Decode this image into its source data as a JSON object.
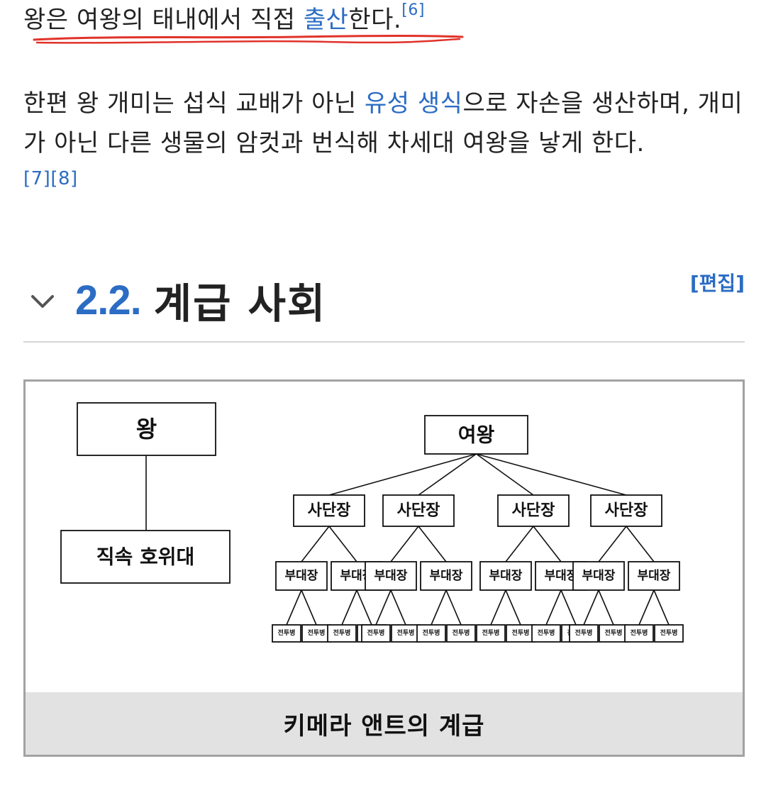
{
  "paragraph1": {
    "text_before": "왕은 여왕의 태내에서 직접 ",
    "link_text": "출산",
    "text_after": "한다.",
    "ref": "[6]"
  },
  "paragraph2": {
    "text_before": "한편 왕 개미는 섭식 교배가 아닌 ",
    "link_text": "유성 생식",
    "text_after": "으로 자손을 생산하며, 개미가 아닌 다른 생물의 암컷과 번식해 차세대 여왕을 낳게 한다.",
    "refs": "[7][8]"
  },
  "section": {
    "number": "2.2.",
    "title": "계급 사회",
    "edit_label": "[편집]"
  },
  "figure": {
    "caption": "키메라 앤트의 계급",
    "diagram": {
      "king": "왕",
      "royal_guard": "직속 호위대",
      "queen": "여왕",
      "division_leader": "사단장",
      "squad_leader": "부대장",
      "soldier": "전투병"
    }
  },
  "colors": {
    "link": "#2b6cc4",
    "annotation_underline": "#e0332a",
    "caption_bg": "#e2e2e2"
  }
}
